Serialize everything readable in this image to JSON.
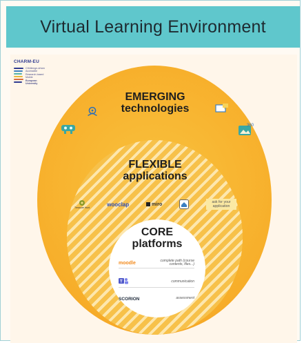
{
  "header": {
    "title": "Virtual Learning Environment"
  },
  "logo": {
    "brand": "CHARM-EU",
    "lines": [
      "CHAllenge-driven",
      "Accessible",
      "Research-based",
      "Mobile",
      "European",
      "University"
    ],
    "line_colors": [
      "#2f3a8f",
      "#3b7fc2",
      "#52b3a8",
      "#e6b93a",
      "#d86b3a"
    ]
  },
  "rings": {
    "emerging": {
      "line1": "EMERGING",
      "line2": "technologies"
    },
    "flexible": {
      "line1": "FLEXIBLE",
      "line2": "applications"
    },
    "core": {
      "line1": "CORE",
      "line2": "platforms"
    }
  },
  "flexible_apps": {
    "treasure": "Treasure Hunt",
    "wooclap": "wooclap",
    "miro": "miro",
    "ask": "ask for your application"
  },
  "core_platforms": [
    {
      "name": "moodle",
      "desc": "complete path (course contents, files...)"
    },
    {
      "name": "",
      "desc": "communication"
    },
    {
      "name": "SCORION",
      "desc": "assessment"
    }
  ],
  "colors": {
    "header": "#5fc7cc",
    "outer_ring": "#f7ae2a",
    "stripe": "#fde7ae",
    "core": "#ffffff"
  }
}
